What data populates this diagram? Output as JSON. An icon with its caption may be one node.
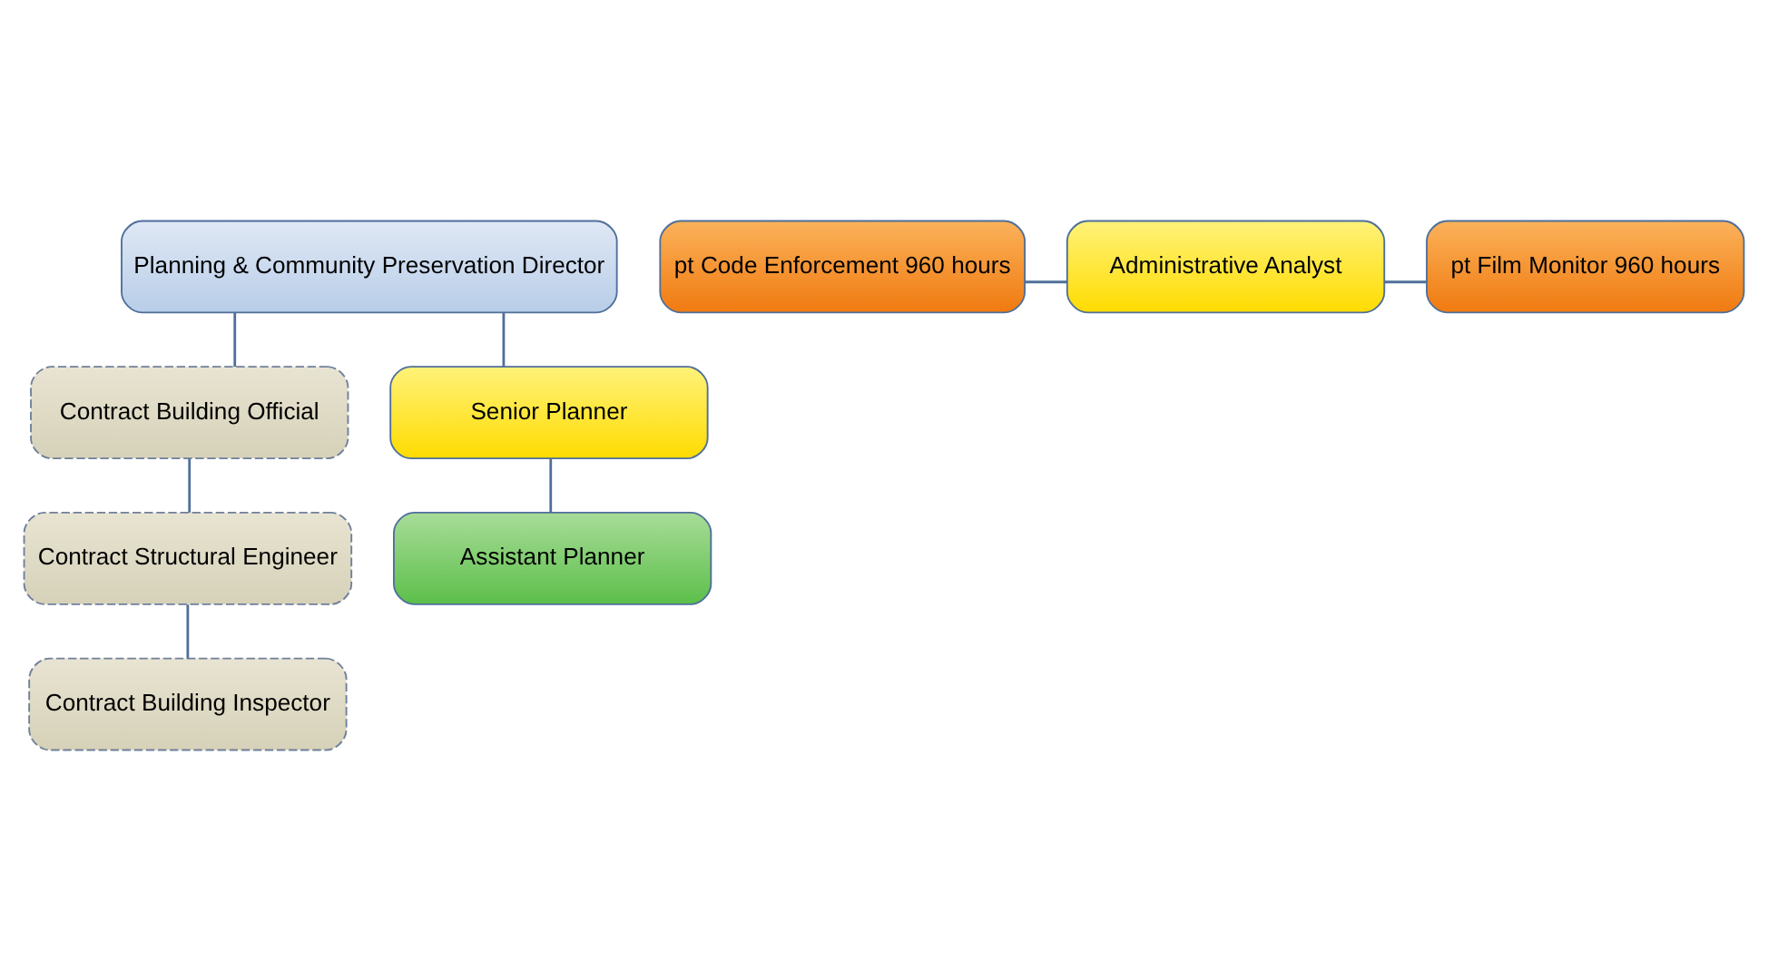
{
  "diagram": {
    "nodes": [
      {
        "text": [
          "Planning & Community Preservation Director"
        ]
      },
      {
        "text": [
          "pt Code Enforcement 960 hours"
        ]
      },
      {
        "text": [
          "Administrative Analyst"
        ]
      },
      {
        "text": [
          "pt Film Monitor 960 hours"
        ]
      },
      {
        "text": [
          "Contract Building Official"
        ]
      },
      {
        "text": [
          "Senior Planner"
        ]
      },
      {
        "text": [
          "Contract Structural Engineer"
        ]
      },
      {
        "text": [
          "Assistant Planner"
        ]
      },
      {
        "text": [
          "Contract Building Inspector"
        ]
      }
    ],
    "edges": [
      {
        "from": 1,
        "to": 2,
        "arrow": "none"
      },
      {
        "from": 2,
        "to": 3,
        "arrow": "none"
      },
      {
        "from": 0,
        "to": 4,
        "arrow": "none"
      },
      {
        "from": 0,
        "to": 5,
        "arrow": "none"
      },
      {
        "from": 5,
        "to": 7,
        "arrow": "none"
      },
      {
        "from": 4,
        "to": 6,
        "arrow": "none"
      },
      {
        "from": 6,
        "to": 8,
        "arrow": "none"
      }
    ]
  }
}
